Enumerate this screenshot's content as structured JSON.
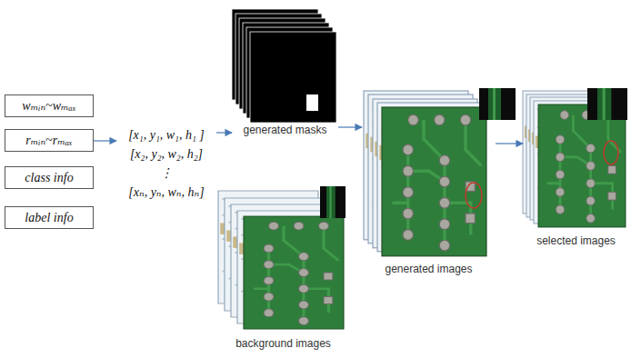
{
  "diagram": {
    "nodes": [
      {
        "text": [
          "wₘᵢₙ~wₘₐₓ"
        ]
      },
      {
        "text": [
          "rₘᵢₙ~rₘₐₓ"
        ]
      },
      {
        "text": [
          "class info"
        ]
      },
      {
        "text": [
          "label info"
        ]
      },
      {
        "text": [
          "[x₁, y₁, w₁, h₁ ]",
          "[x₂, y₂, w₂, h₂]",
          "⋮",
          "[xₙ, yₙ, wₙ, hₙ]"
        ]
      },
      {
        "text": [
          "generated masks"
        ]
      },
      {
        "text": [
          "background images"
        ]
      },
      {
        "text": [
          "generated images"
        ]
      },
      {
        "text": [
          "selected images"
        ]
      }
    ],
    "edges": [
      {
        "from": 1,
        "to": 4,
        "arrow": "to"
      },
      {
        "from": 4,
        "to": 5,
        "arrow": "to"
      },
      {
        "from": 5,
        "to": 7,
        "arrow": "to"
      },
      {
        "from": 7,
        "to": 8,
        "arrow": "to"
      }
    ]
  }
}
